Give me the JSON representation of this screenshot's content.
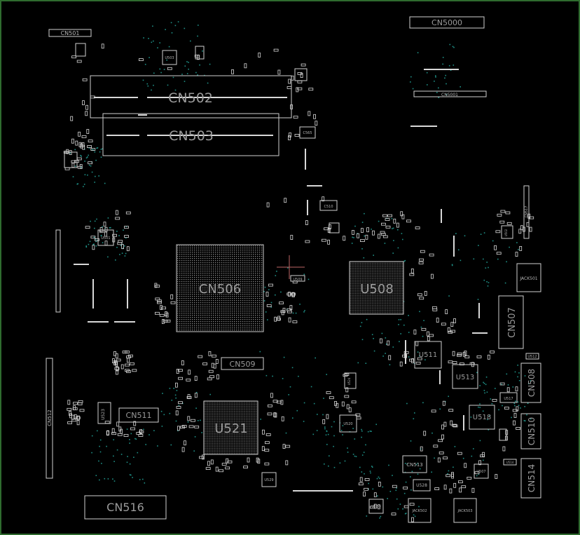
{
  "viewer": {
    "background": "#000000",
    "border_color": "#2f6b2f",
    "outline_color": "#cfcfcf",
    "label_color": "#9a9a9a",
    "via_color": "#1e8f86"
  },
  "labels": {
    "cn501": "CN501",
    "cn5000": "CN5000",
    "cn5001": "CN5001",
    "cn502": "CN502",
    "cn503": "CN503",
    "cn506": "CN506",
    "u508": "U508",
    "cn507": "CN507",
    "jack501": "JACK501",
    "u511": "U511",
    "u513": "U513",
    "cn508": "CN508",
    "u512": "U512",
    "u518": "U518",
    "u517": "U517",
    "cn510": "CN510",
    "cn509": "CN509",
    "u521": "U521",
    "cn511": "CN511",
    "u523": "U523",
    "cn512": "CN512",
    "cn516": "CN516",
    "u520": "U520",
    "cn513": "CN513",
    "u528": "U528",
    "u529": "U529",
    "u530": "U530",
    "jack502": "JACK502",
    "jack503": "JACK503",
    "u507": "U507",
    "cn514": "CN514",
    "u526": "U526",
    "u509": "U509",
    "c510": "C510",
    "c565": "C565",
    "u503": "U503",
    "u501": "U501",
    "u502": "U502",
    "u514": "U514",
    "u524": "U524",
    "u502b": "U502",
    "cn517": "CN517"
  }
}
